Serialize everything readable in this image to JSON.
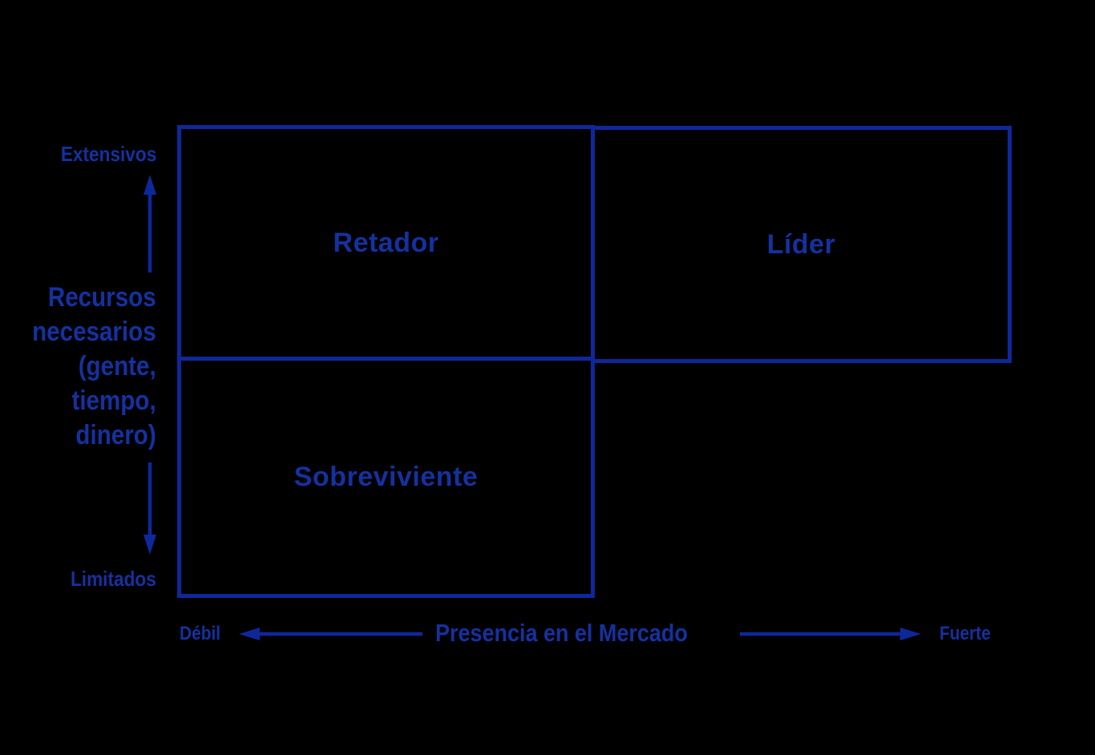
{
  "colors": {
    "background": "#000000",
    "line": "#0e289b",
    "text": "#15319f"
  },
  "matrix": {
    "quadrants": [
      {
        "id": "retador",
        "label": "Retador",
        "position": "top-left"
      },
      {
        "id": "lider",
        "label": "Líder",
        "position": "top-right"
      },
      {
        "id": "sobreviviente",
        "label": "Sobreviviente",
        "position": "bottom-left"
      },
      {
        "id": "empty",
        "label": "",
        "position": "bottom-right"
      }
    ]
  },
  "y_axis": {
    "title_lines": [
      "Recursos",
      "necesarios",
      "(gente,",
      "tiempo,",
      "dinero)"
    ],
    "top_label": "Extensivos",
    "bottom_label": "Limitados"
  },
  "x_axis": {
    "title": "Presencia en el Mercado",
    "left_label": "Débil",
    "right_label": "Fuerte"
  }
}
